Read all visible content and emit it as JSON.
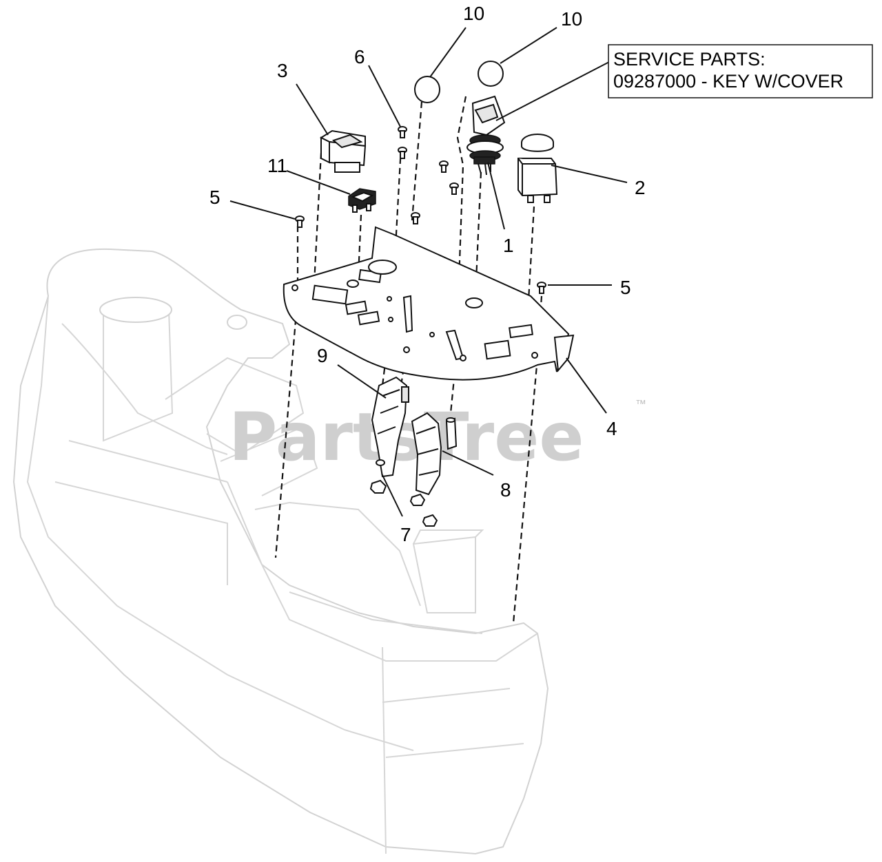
{
  "callouts": {
    "c1": "1",
    "c2": "2",
    "c3": "3",
    "c4": "4",
    "c5a": "5",
    "c5b": "5",
    "c6": "6",
    "c7": "7",
    "c8": "8",
    "c9": "9",
    "c10a": "10",
    "c10b": "10",
    "c11": "11"
  },
  "service_parts": {
    "line1": "SERVICE PARTS:",
    "line2": "09287000 - KEY W/COVER"
  },
  "watermark": {
    "text": "PartsTree",
    "trademark": "™"
  }
}
